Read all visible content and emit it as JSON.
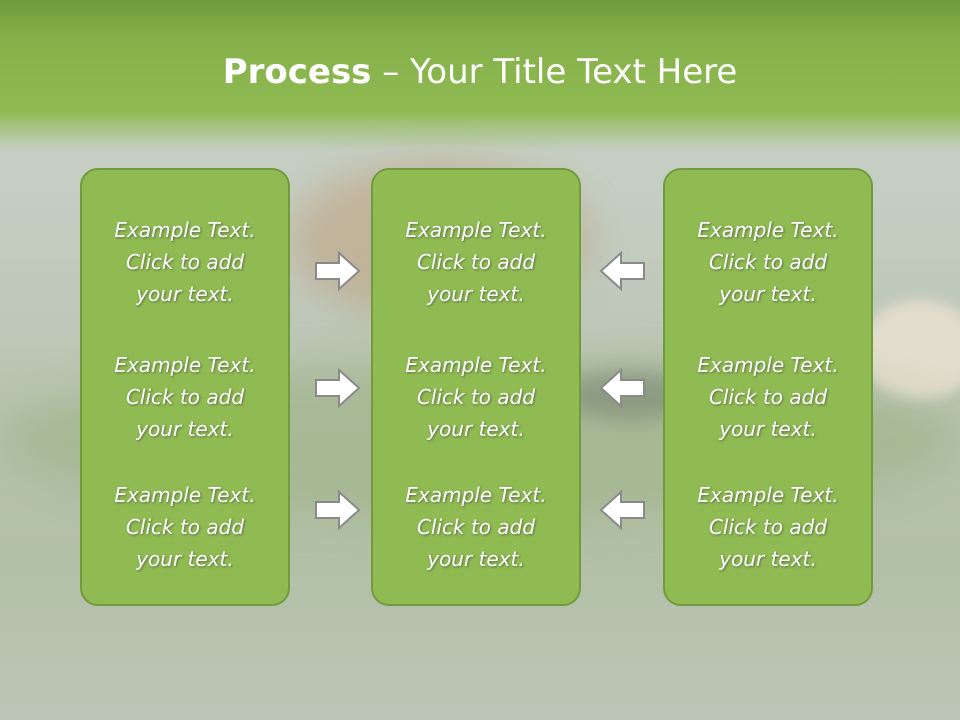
{
  "title": {
    "bold": "Process",
    "rest": " – Your Title Text Here"
  },
  "columns": [
    {
      "items": [
        {
          "line1": "Example Text.",
          "line2": "Click  to add",
          "line3": "your text."
        },
        {
          "line1": "Example Text.",
          "line2": "Click  to add",
          "line3": "your text."
        },
        {
          "line1": "Example Text.",
          "line2": "Click  to add",
          "line3": "your text."
        }
      ]
    },
    {
      "items": [
        {
          "line1": "Example Text.",
          "line2": "Click  to add",
          "line3": "your text."
        },
        {
          "line1": "Example Text.",
          "line2": "Click  to add",
          "line3": "your text."
        },
        {
          "line1": "Example Text.",
          "line2": "Click  to add",
          "line3": "your text."
        }
      ]
    },
    {
      "items": [
        {
          "line1": "Example Text.",
          "line2": "Click  to add",
          "line3": "your text."
        },
        {
          "line1": "Example Text.",
          "line2": "Click  to add",
          "line3": "your text."
        },
        {
          "line1": "Example Text.",
          "line2": "Click  to add",
          "line3": "your text."
        }
      ]
    }
  ],
  "colors": {
    "header_green": "#8fba52",
    "box_green": "#8fbb52",
    "box_border": "#729a3e",
    "arrow_fill": "#ffffff",
    "arrow_stroke": "#8a8a8a"
  },
  "icons": {
    "left_arrows": "right-arrow-icon",
    "right_arrows": "left-arrow-icon"
  }
}
